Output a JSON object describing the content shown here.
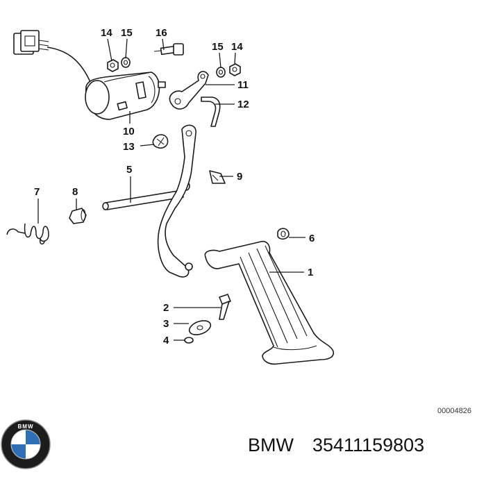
{
  "diagram": {
    "reference_number": "00004826",
    "callouts": [
      {
        "id": "c1",
        "label": "1"
      },
      {
        "id": "c2",
        "label": "2"
      },
      {
        "id": "c3",
        "label": "3"
      },
      {
        "id": "c4",
        "label": "4"
      },
      {
        "id": "c5",
        "label": "5"
      },
      {
        "id": "c6",
        "label": "6"
      },
      {
        "id": "c7",
        "label": "7"
      },
      {
        "id": "c8",
        "label": "8"
      },
      {
        "id": "c9",
        "label": "9"
      },
      {
        "id": "c10",
        "label": "10"
      },
      {
        "id": "c11",
        "label": "11"
      },
      {
        "id": "c12",
        "label": "12"
      },
      {
        "id": "c13",
        "label": "13"
      },
      {
        "id": "c14a",
        "label": "14"
      },
      {
        "id": "c15a",
        "label": "15"
      },
      {
        "id": "c16",
        "label": "16"
      },
      {
        "id": "c15b",
        "label": "15"
      },
      {
        "id": "c14b",
        "label": "14"
      }
    ]
  },
  "footer": {
    "brand": "BMW",
    "part_number": "35411159803",
    "logo_letters": "BMW",
    "logo_colors": {
      "ring": "#1c1c1c",
      "blue": "#2f6db5",
      "white": "#ffffff"
    }
  }
}
